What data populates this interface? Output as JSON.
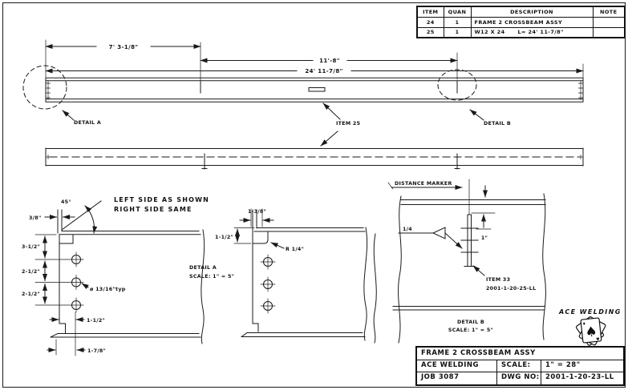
{
  "colors": {
    "ink": "#1a1a1a",
    "red": "#cc3355",
    "paper": "#ffffff"
  },
  "parts_table": {
    "headers": [
      "ITEM",
      "QUAN",
      "DESCRIPTION",
      "NOTE"
    ],
    "rows": [
      {
        "item": "24",
        "quan": "1",
        "description": "FRAME 2 CROSSBEAM ASSY",
        "note": ""
      },
      {
        "item": "25",
        "quan": "1",
        "description": "W12 X 24      L= 24' 11-7/8\"",
        "note": ""
      }
    ]
  },
  "elevation": {
    "dim_left": "7' 3-1/8\"",
    "dim_mid": "11'-8\"",
    "dim_overall": "24' 11-7/8\"",
    "detail_a": "DETAIL A",
    "detail_b": "DETAIL B",
    "item_25": "ITEM 25"
  },
  "notes": {
    "line1": "LEFT SIDE AS SHOWN",
    "line2": "RIGHT SIDE SAME"
  },
  "detail_a": {
    "thickness": "3/8\"",
    "angle": "45°",
    "dim_v1": "3-1/2\"",
    "dim_v2": "2-1/2\"",
    "dim_v3": "2-1/2\"",
    "hole_callout": "ø 13/16\"typ",
    "dim_b1": "1-1/2\"",
    "dim_b2": "1-7/8\"",
    "caption": "DETAIL A",
    "scale": "SCALE: 1\" = 5\""
  },
  "detail_a_corner": {
    "dim_top": "1-3/8\"",
    "dim_left": "1-1/2\"",
    "radius": "R 1/4\""
  },
  "detail_b": {
    "marker_label": "DISTANCE MARKER",
    "weld": "1/4",
    "grad_dim": "1\"",
    "item": "ITEM 33",
    "code": "2001-1-20-25-LL",
    "caption": "DETAIL B",
    "scale": "SCALE: 1\" = 5\""
  },
  "logo": {
    "name": "ACE WELDING",
    "spade": "♠"
  },
  "title_block": {
    "title": "FRAME 2 CROSSBEAM ASSY",
    "company": "ACE WELDING",
    "scale_label": "SCALE:",
    "scale_value": "1\" = 28\"",
    "job": "JOB 3087",
    "dwg_label": "DWG NO:",
    "dwg_value": "2001-1-20-23-LL"
  }
}
